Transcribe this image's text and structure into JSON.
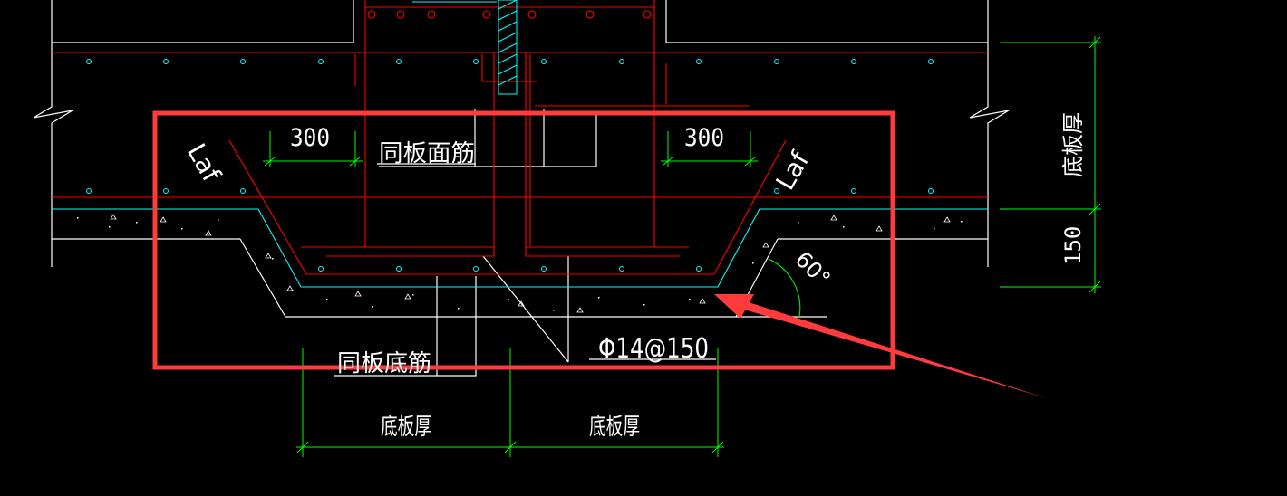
{
  "labels": {
    "dim_300_left": "300",
    "dim_300_right": "300",
    "top_rebar": "同板面筋",
    "bottom_rebar": "同板底筋",
    "laf_left": "Laf",
    "laf_right": "Laf",
    "angle": "60°",
    "rebar_spec": "Φ14@150",
    "plate_thk_right": "底板厚",
    "dim_150": "150",
    "plate_thk_bottom_left": "底板厚",
    "plate_thk_bottom_right": "底板厚"
  },
  "colors": {
    "background": "#000000",
    "rebar": "#ff0000",
    "outline": "#ffffff",
    "dimension": "#00ff00",
    "cover_line": "#00ffff",
    "highlight": "#ff3b3b"
  }
}
